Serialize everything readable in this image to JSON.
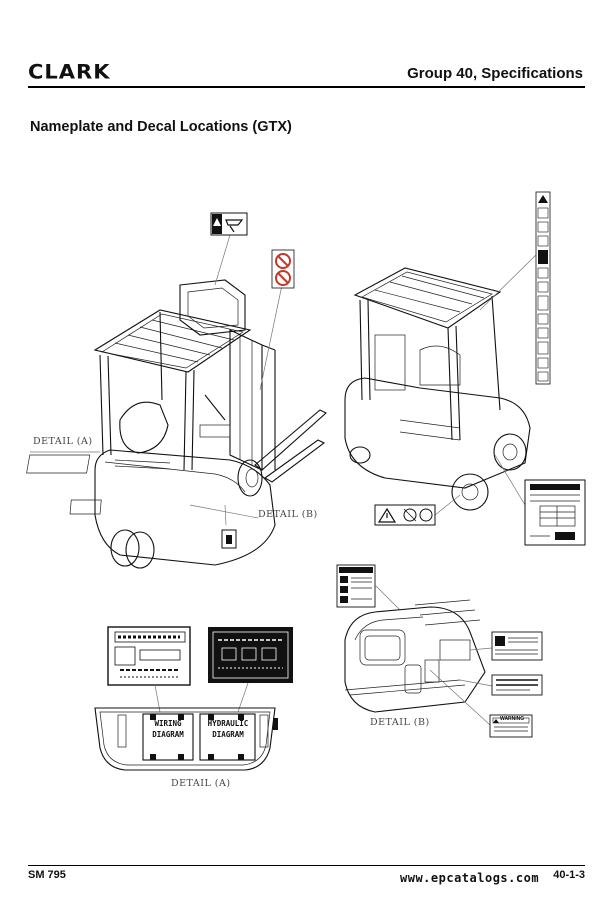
{
  "header": {
    "logo": "CLARK",
    "group": "Group 40, Specifications"
  },
  "section": {
    "title": "Nameplate and Decal Locations (GTX)"
  },
  "labels": {
    "detail_a_left": "DETAIL (A)",
    "detail_b_truck": "DETAIL (B)",
    "detail_b_closeup": "DETAIL (B)",
    "detail_a_panel": "DETAIL (A)",
    "wiring": "WIRING DIAGRAM",
    "hydraulic": "HYDRAULIC DIAGRAM",
    "warning": "WARNING"
  },
  "footer": {
    "left": "SM 795",
    "right": "40-1-3",
    "watermark": "www.epcatalogs.com"
  }
}
